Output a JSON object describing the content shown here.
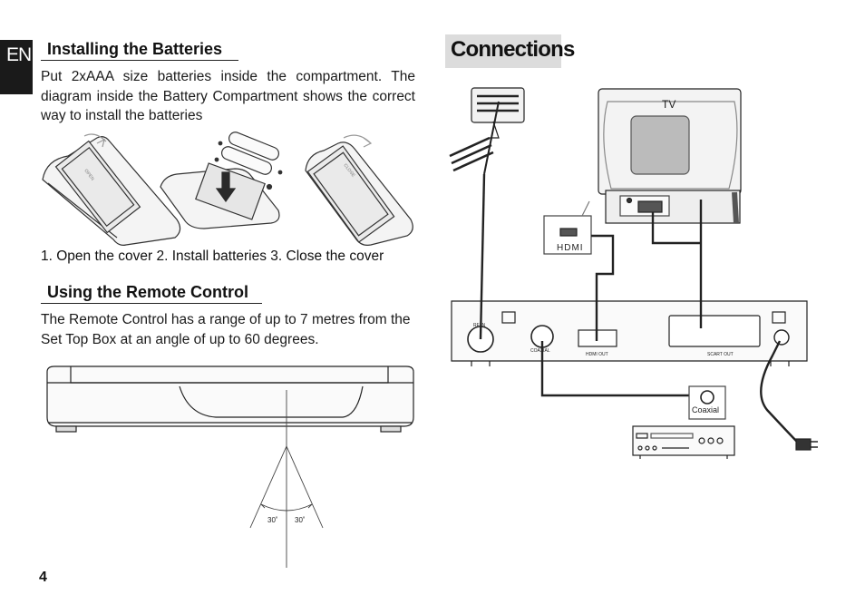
{
  "lang_tab": "EN",
  "batteries": {
    "heading": "Installing the Batteries",
    "body": "Put 2xAAA size batteries inside the compartment. The diagram inside the Battery Compartment shows the correct way to install the batteries",
    "steps_caption": "1. Open the cover  2. Install batteries  3. Close the cover",
    "cover_open_text": "OPEN",
    "cover_close_text": "CLOSE"
  },
  "remote": {
    "heading": "Using the Remote Control",
    "body": "The Remote Control has a range of up to 7 metres from the Set Top Box at an angle of up to 60 degrees.",
    "angle_left": "30˚",
    "angle_right": "30˚"
  },
  "connections": {
    "title": "Connections",
    "tv_label": "TV",
    "hdmi_label": "HDMI",
    "coaxial_label": "Coaxial",
    "stb_ports": {
      "rf_in": "RF IN",
      "coaxial": "COAXIAL",
      "hdmi_out": "HDMI OUT",
      "scart_out": "SCART OUT"
    }
  },
  "page_number": "4"
}
